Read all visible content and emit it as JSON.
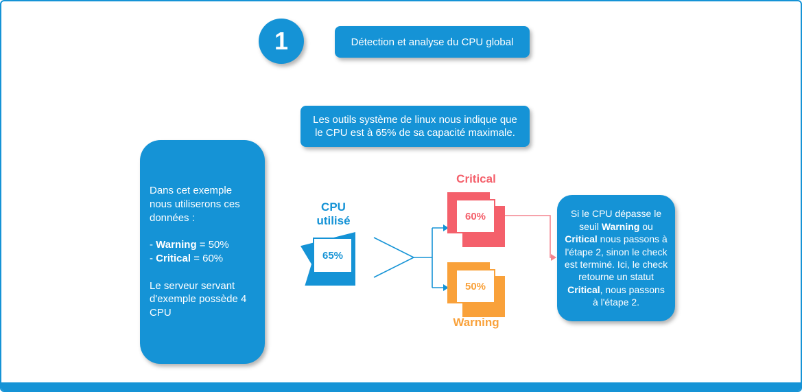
{
  "page": {
    "step_number": "1",
    "title": "Détection et analyse du CPU global",
    "info_note": "Les outils système de linux nous indique que le CPU est à 65% de sa capacité maximale.",
    "context_note_html": "Dans cet exemple nous utiliserons ces données :<br><br>- <b>Warning</b> = 50%<br>- <b>Critical</b> = 60%<br><br>Le serveur servant d'exemple possède 4 CPU",
    "result_note_html": "Si le CPU dépasse le seuil <b>Warning</b> ou <b>Critical</b> nous passons à l'étape 2, sinon le check est terminé. Ici, le check retourne un statut <b>Critical</b>, nous passons à l'étape 2."
  },
  "diagram": {
    "cpu_label": "CPU utilisé",
    "cpu_value": "65%",
    "critical_label": "Critical",
    "critical_value": "60%",
    "warning_label": "Warning",
    "warning_value": "50%"
  },
  "colors": {
    "blue": "#1593d6",
    "red": "#f4606b",
    "orange": "#f9a13a",
    "arrow-red": "#f4848e"
  }
}
